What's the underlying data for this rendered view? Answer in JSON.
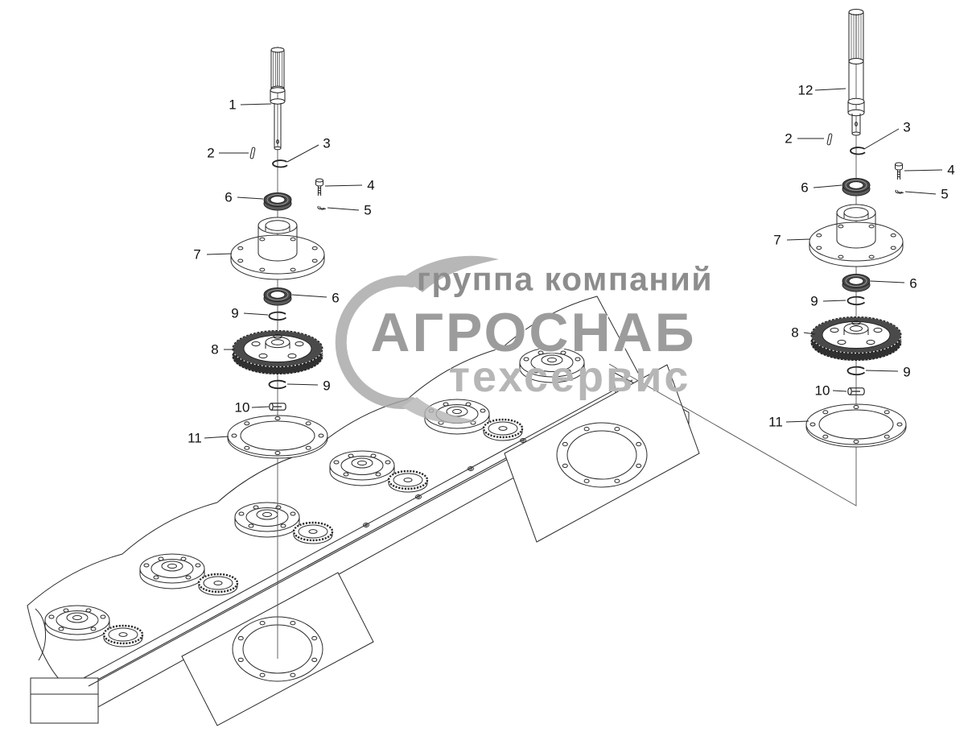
{
  "watermark": {
    "line1": "группа компаний",
    "line2": "АГРОСНАБ",
    "line3": "техсервис"
  },
  "callouts": {
    "left": [
      {
        "num": "1"
      },
      {
        "num": "2"
      },
      {
        "num": "3"
      },
      {
        "num": "4"
      },
      {
        "num": "5"
      },
      {
        "num": "6"
      },
      {
        "num": "7"
      },
      {
        "num": "6"
      },
      {
        "num": "9"
      },
      {
        "num": "8"
      },
      {
        "num": "9"
      },
      {
        "num": "10"
      },
      {
        "num": "11"
      }
    ],
    "right": [
      {
        "num": "12"
      },
      {
        "num": "2"
      },
      {
        "num": "3"
      },
      {
        "num": "4"
      },
      {
        "num": "5"
      },
      {
        "num": "6"
      },
      {
        "num": "7"
      },
      {
        "num": "6"
      },
      {
        "num": "9"
      },
      {
        "num": "8"
      },
      {
        "num": "9"
      },
      {
        "num": "10"
      },
      {
        "num": "11"
      }
    ]
  }
}
